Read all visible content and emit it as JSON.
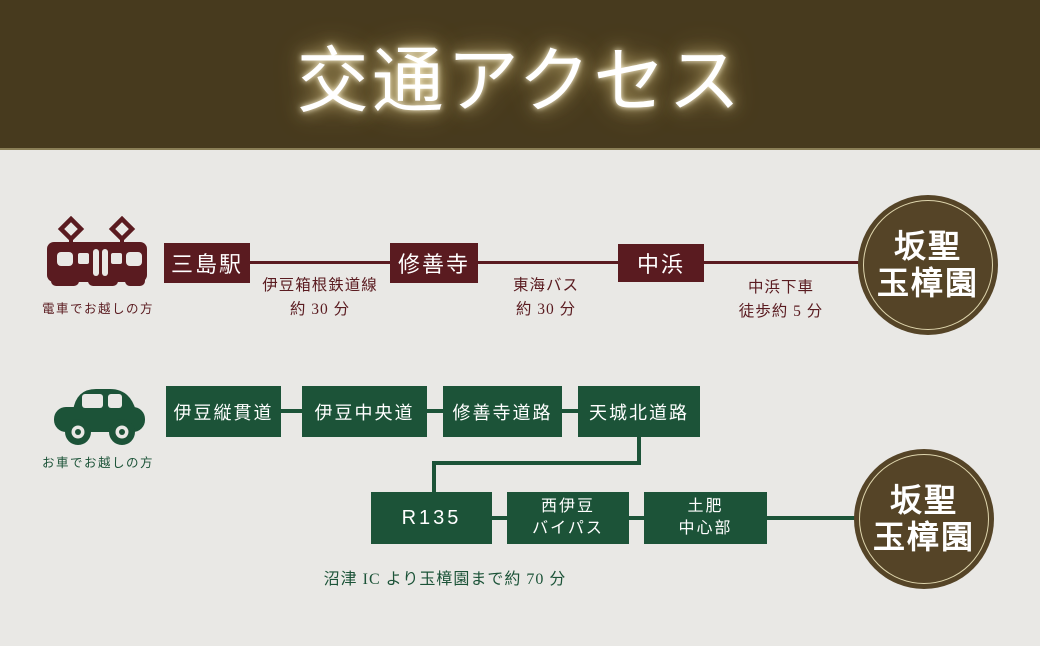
{
  "header": {
    "title": "交通アクセス"
  },
  "colors": {
    "header_bg": "#473a1e",
    "train_accent": "#5a1b20",
    "car_accent": "#1c5338",
    "badge_bg": "#554427",
    "page_bg": "#e9e8e5"
  },
  "train_route": {
    "caption": "電車でお越しの方",
    "stations": [
      "三島駅",
      "修善寺",
      "中浜"
    ],
    "segments": [
      {
        "line1": "伊豆箱根鉄道線",
        "line2": "約 30 分"
      },
      {
        "line1": "東海バス",
        "line2": "約 30 分"
      },
      {
        "line1": "中浜下車",
        "line2": "徒歩約 5 分"
      }
    ]
  },
  "car_route": {
    "caption": "お車でお越しの方",
    "roads_row1": [
      "伊豆縦貫道",
      "伊豆中央道",
      "修善寺道路",
      "天城北道路"
    ],
    "roads_row2": [
      {
        "line1": "R135"
      },
      {
        "line1": "西伊豆",
        "line2": "バイパス"
      },
      {
        "line1": "土肥",
        "line2": "中心部"
      }
    ],
    "note": "沼津 IC より玉樟園まで約 70 分"
  },
  "destination": {
    "line1": "坂聖",
    "line2": "玉樟園"
  }
}
